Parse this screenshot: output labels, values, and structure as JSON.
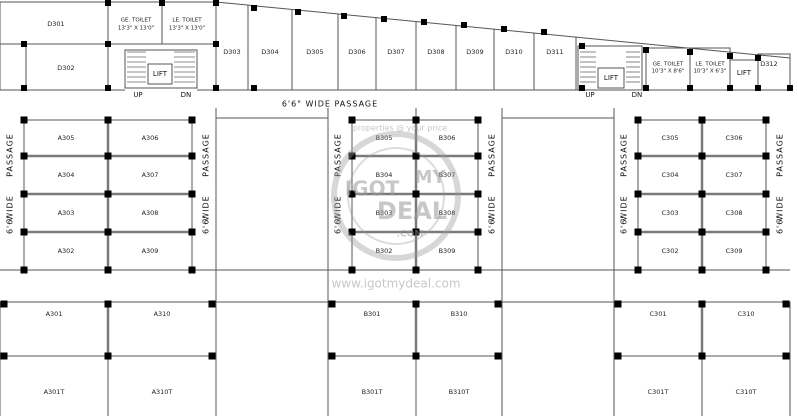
{
  "passages": {
    "horizontal": "6'6\"  WIDE  PASSAGE",
    "vertical_word": "PASSAGE",
    "vertical_mid": "WIDE",
    "vertical_size": "6'6\""
  },
  "top_rooms": {
    "left": [
      "D301",
      "D302"
    ],
    "right": [
      "D303",
      "D304",
      "D305",
      "D306",
      "D307",
      "D308",
      "D309",
      "D310",
      "D311",
      "D312"
    ]
  },
  "toilets": {
    "gents_left": {
      "name": "GE. TOILET",
      "size": "13'3\" X 13'0\""
    },
    "ladies_left": {
      "name": "LE. TOILET",
      "size": "13'3\" X 13'0\""
    },
    "gents_right": {
      "name": "GE. TOILET",
      "size": "10'3\" X 8'6\""
    },
    "ladies_right": {
      "name": "LE. TOILET",
      "size": "10'3\" X 6'3\""
    }
  },
  "lift_label": "LIFT",
  "stairs": {
    "up": "UP",
    "down": "DN"
  },
  "blocks": {
    "A": {
      "left": [
        "A305",
        "A304",
        "A303",
        "A302"
      ],
      "right": [
        "A306",
        "A307",
        "A308",
        "A309"
      ],
      "big": [
        "A301",
        "A310"
      ],
      "terrace": [
        "A301T",
        "A310T"
      ]
    },
    "B": {
      "left": [
        "B305",
        "B304",
        "B303",
        "B302"
      ],
      "right": [
        "B306",
        "B307",
        "B308",
        "B309"
      ],
      "big": [
        "B301",
        "B310"
      ],
      "terrace": [
        "B301T",
        "B310T"
      ]
    },
    "C": {
      "left": [
        "C305",
        "C304",
        "C303",
        "C302"
      ],
      "right": [
        "C306",
        "C307",
        "C308",
        "C309"
      ],
      "big": [
        "C301",
        "C310"
      ],
      "terrace": [
        "C301T",
        "C310T"
      ]
    }
  },
  "watermark": {
    "top": "properties @ your price",
    "brand_1": "IGOT",
    "brand_2": "MY",
    "brand_3": "DEAL",
    "brand_4": ".COM",
    "url": "www.igotmydeal.com"
  }
}
